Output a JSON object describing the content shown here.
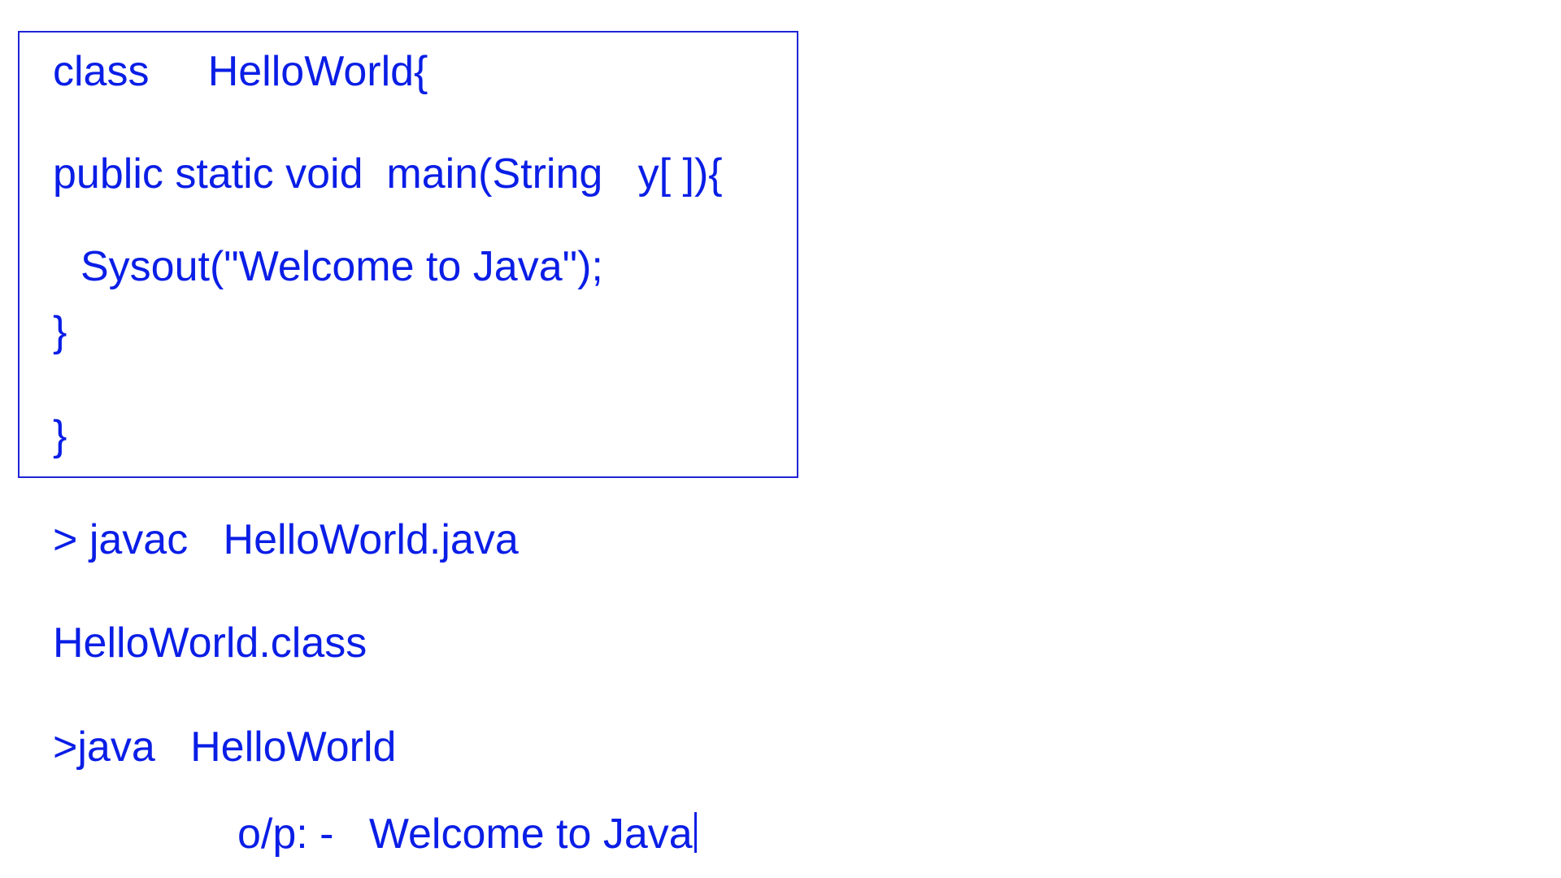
{
  "code": {
    "line1": "class     HelloWorld{",
    "line2": "public static void  main(String   y[ ]){",
    "line3": "Sysout(\"Welcome to Java\");",
    "line4": "}",
    "line5": "}"
  },
  "commands": {
    "compile": "> javac   HelloWorld.java",
    "class_file": "HelloWorld.class",
    "run": ">java   HelloWorld",
    "output": "o/p: -   Welcome to Java"
  },
  "colors": {
    "text": "#0a1ee6",
    "border": "#1f24d6",
    "background": "#ffffff"
  }
}
